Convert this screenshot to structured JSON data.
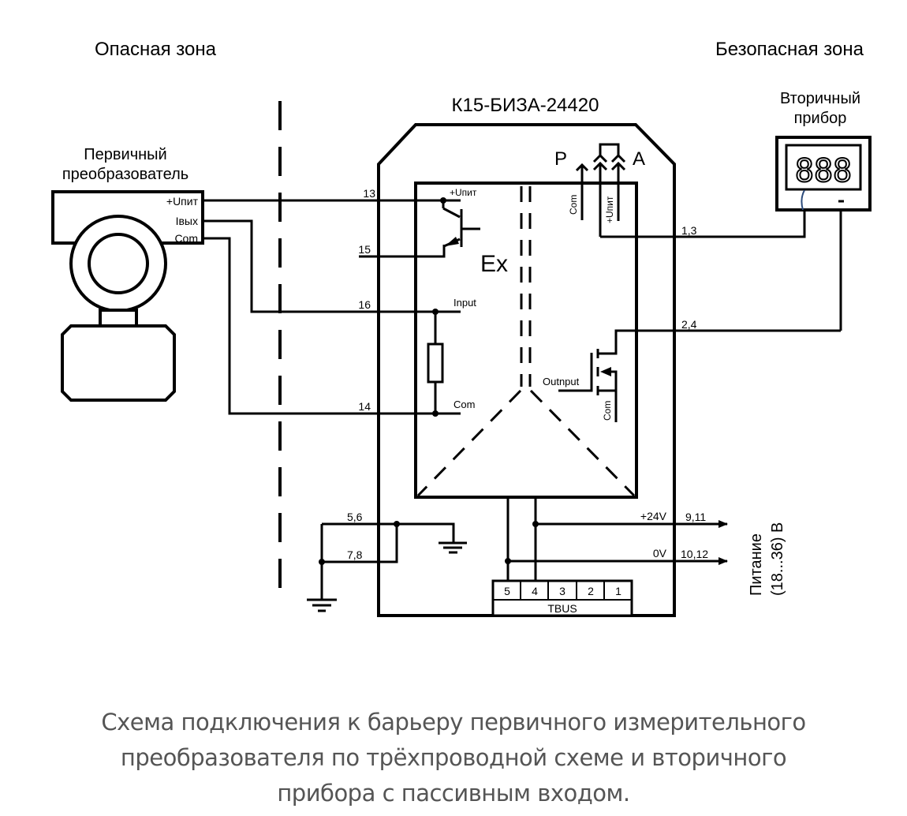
{
  "zones": {
    "hazardous": "Опасная зона",
    "safe": "Безопасная зона"
  },
  "barrier": {
    "title": "К15-БИЗА-24420",
    "ex_label": "Ex",
    "switch_left": "P",
    "switch_right": "A",
    "labels": {
      "upit_inner": "+Uпит",
      "input": "Input",
      "com_left": "Com",
      "com_top": "Com",
      "upit_vertical": "+Uпит",
      "output": "Outnput",
      "com_right": "Com",
      "plus24": "+24V",
      "zero": "0V"
    },
    "terminals": {
      "t13": "13",
      "t15": "15",
      "t16": "16",
      "t14": "14",
      "t56": "5,6",
      "t78": "7,8",
      "t13r": "1,3",
      "t24r": "2,4",
      "t911": "9,11",
      "t1012": "10,12"
    },
    "tbus": {
      "label": "TBUS",
      "pins": [
        "5",
        "4",
        "3",
        "2",
        "1"
      ]
    }
  },
  "primary": {
    "title_line1": "Первичный",
    "title_line2": "преобразователь",
    "pins": [
      "+Uпит",
      "Iвых",
      "Com"
    ]
  },
  "secondary": {
    "title_line1": "Вторичный",
    "title_line2": "прибор",
    "display": "888",
    "minus": "-"
  },
  "power": {
    "line1": "Питание",
    "line2": "(18...36) В"
  },
  "caption": {
    "line1": "Схема подключения к барьеру первичного измерительного",
    "line2": "преобразователя по трёхпроводной схеме и вторичного",
    "line3": "прибора с пассивным входом."
  }
}
